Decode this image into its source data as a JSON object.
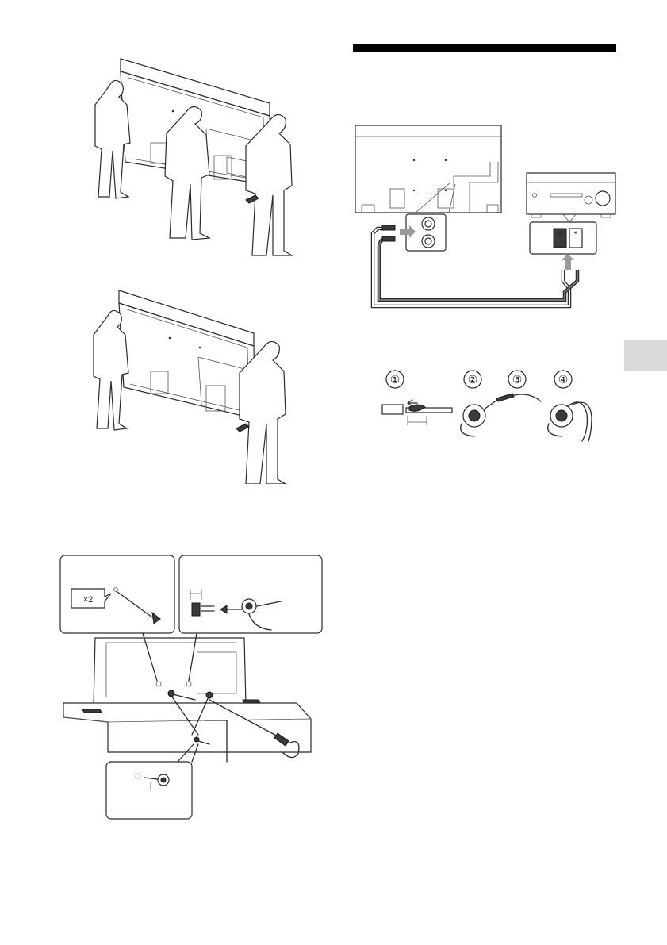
{
  "figures": {
    "mount_detail": {
      "screw_count_label": "×2"
    },
    "speaker_steps": {
      "step_labels": [
        "①",
        "②",
        "③",
        "④"
      ]
    }
  },
  "colors": {
    "section_bar": "#000000",
    "side_tab": "#d9d9d9"
  }
}
